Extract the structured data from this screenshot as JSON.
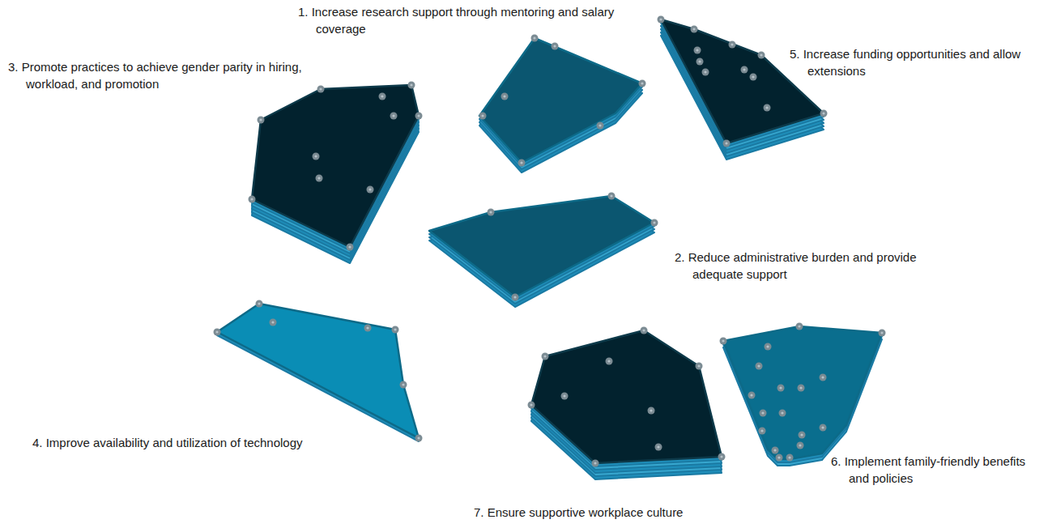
{
  "diagram": {
    "nodes": [
      {
        "text": [
          "1. Increase research support through mentoring and salary coverage"
        ]
      },
      {
        "text": [
          "2. Reduce administrative burden and provide adequate support"
        ]
      },
      {
        "text": [
          "3. Promote practices to achieve gender parity in hiring, workload, and promotion"
        ]
      },
      {
        "text": [
          "4. Improve availability and utilization of technology"
        ]
      },
      {
        "text": [
          "5. Increase funding opportunities and allow extensions"
        ]
      },
      {
        "text": [
          "6. Implement family-friendly benefits and policies"
        ]
      },
      {
        "text": [
          "7. Ensure supportive workplace culture"
        ]
      }
    ]
  }
}
